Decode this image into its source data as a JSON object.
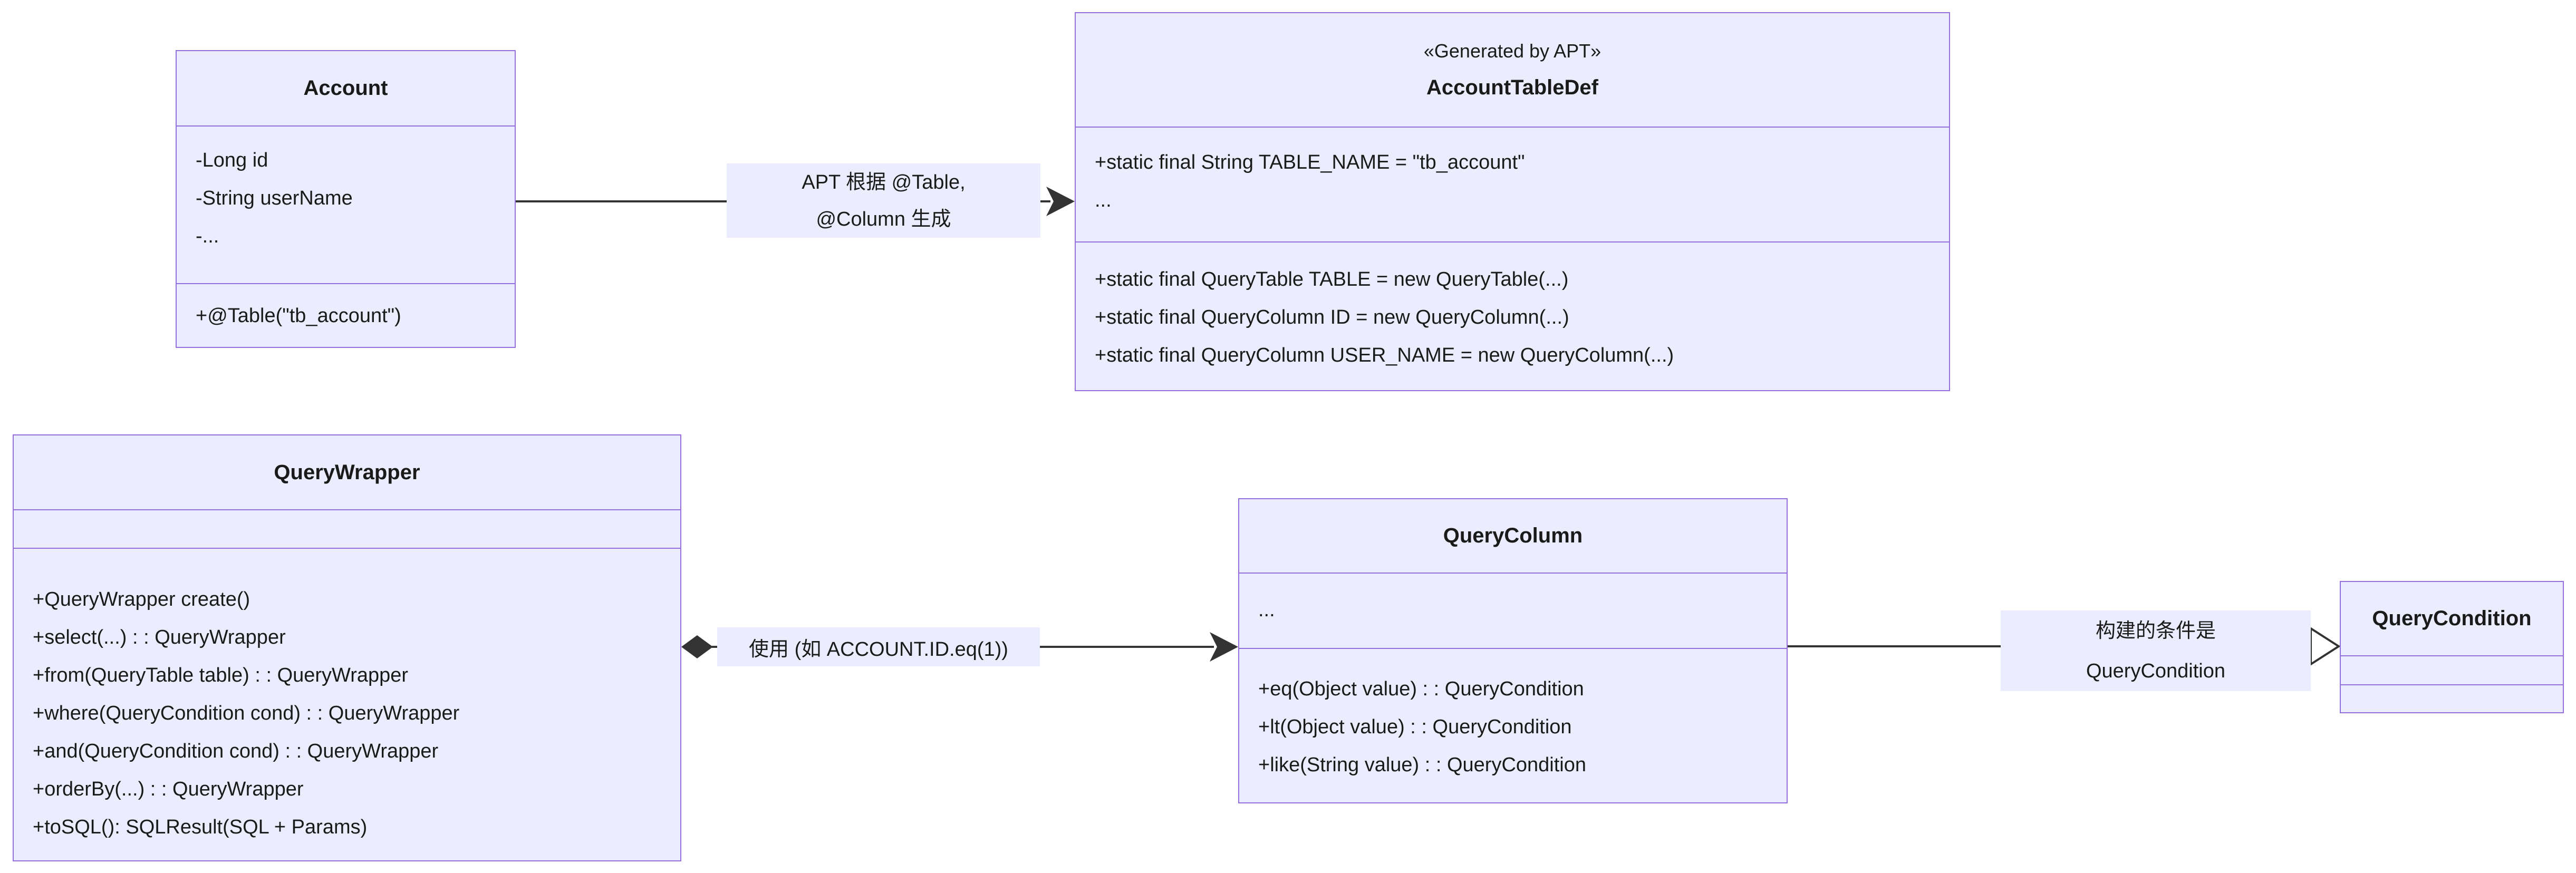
{
  "diagram": {
    "type": "uml-class-diagram",
    "background": "#ffffff",
    "colors": {
      "class_fill": "#ECECFF",
      "class_border": "#9370DB",
      "edge_line": "#333333",
      "edge_label_bg": "#ECECFF",
      "text": "#1a1a1a"
    },
    "classes": {
      "account": {
        "title": "Account",
        "attributes": [
          "-Long id",
          "-String userName",
          "-..."
        ],
        "methods": [
          "+@Table(\"tb_account\")"
        ]
      },
      "accountTableDef": {
        "annotation": "«Generated by APT»",
        "title": "AccountTableDef",
        "attributes": [
          "+static final String TABLE_NAME = \"tb_account\"",
          "..."
        ],
        "methods": [
          "+static final QueryTable TABLE = new QueryTable(...)",
          "+static final QueryColumn ID = new QueryColumn(...)",
          "+static final QueryColumn USER_NAME = new QueryColumn(...)"
        ]
      },
      "queryWrapper": {
        "title": "QueryWrapper",
        "attributes": [],
        "methods": [
          "+QueryWrapper create()",
          "+select(...) : : QueryWrapper",
          "+from(QueryTable table) : : QueryWrapper",
          "+where(QueryCondition cond) : : QueryWrapper",
          "+and(QueryCondition cond) : : QueryWrapper",
          "+orderBy(...) : : QueryWrapper",
          "+toSQL(): SQLResult(SQL + Params)"
        ]
      },
      "queryColumn": {
        "title": "QueryColumn",
        "attributes": [
          "..."
        ],
        "methods": [
          "+eq(Object value) : : QueryCondition",
          "+lt(Object value) : : QueryCondition",
          "+like(String value) : : QueryCondition"
        ]
      },
      "queryCondition": {
        "title": "QueryCondition",
        "attributes": [],
        "methods": []
      }
    },
    "edges": [
      {
        "from": "Account",
        "to": "AccountTableDef",
        "label_line1": "APT 根据 @Table,",
        "label_line2": "@Column 生成",
        "source_marker": "none",
        "target_marker": "filled-arrowhead"
      },
      {
        "from": "QueryWrapper",
        "to": "QueryColumn",
        "label_line1": "使用 (如 ACCOUNT.ID.eq(1))",
        "source_marker": "filled-diamond",
        "target_marker": "filled-arrowhead"
      },
      {
        "from": "QueryColumn",
        "to": "QueryCondition",
        "label_line1": "构建的条件是",
        "label_line2": "QueryCondition",
        "source_marker": "none",
        "target_marker": "hollow-triangle"
      }
    ]
  }
}
